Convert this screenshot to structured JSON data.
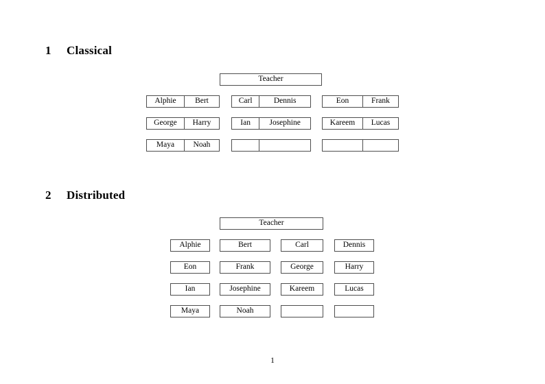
{
  "document": {
    "page_number": "1",
    "border_color": "#4d4d4d",
    "background_color": "#ffffff",
    "text_color": "#000000"
  },
  "sections": [
    {
      "number": "1",
      "title": "Classical",
      "teacher": {
        "label": "Teacher"
      },
      "columns": [
        {
          "rows": [
            {
              "cells": [
                "Alphie",
                "Bert"
              ]
            },
            {
              "cells": [
                "George",
                "Harry"
              ]
            },
            {
              "cells": [
                "Maya",
                "Noah"
              ]
            }
          ]
        },
        {
          "rows": [
            {
              "cells": [
                "Carl",
                "Dennis"
              ]
            },
            {
              "cells": [
                "Ian",
                "Josephine"
              ]
            },
            {
              "cells": [
                "",
                ""
              ]
            }
          ]
        },
        {
          "rows": [
            {
              "cells": [
                "Eon",
                "Frank"
              ]
            },
            {
              "cells": [
                "Kareem",
                "Lucas"
              ]
            },
            {
              "cells": [
                "",
                ""
              ]
            }
          ]
        }
      ]
    },
    {
      "number": "2",
      "title": "Distributed",
      "teacher": {
        "label": "Teacher"
      },
      "rows": [
        {
          "cells": [
            "Alphie",
            "Bert",
            "Carl",
            "Dennis"
          ]
        },
        {
          "cells": [
            "Eon",
            "Frank",
            "George",
            "Harry"
          ]
        },
        {
          "cells": [
            "Ian",
            "Josephine",
            "Kareem",
            "Lucas"
          ]
        },
        {
          "cells": [
            "Maya",
            "Noah",
            "",
            ""
          ]
        }
      ]
    }
  ]
}
